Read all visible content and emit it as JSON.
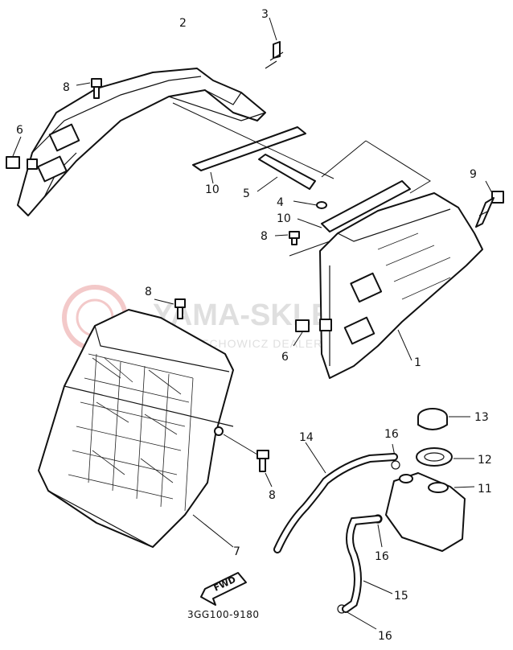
{
  "diagram": {
    "code": "3GG100-9180",
    "fwd_label": "FWD",
    "callouts": [
      {
        "id": "c2",
        "label": "2"
      },
      {
        "id": "c3",
        "label": "3"
      },
      {
        "id": "c8a",
        "label": "8"
      },
      {
        "id": "c6a",
        "label": "6"
      },
      {
        "id": "c9",
        "label": "9"
      },
      {
        "id": "c10a",
        "label": "10"
      },
      {
        "id": "c5",
        "label": "5"
      },
      {
        "id": "c4",
        "label": "4"
      },
      {
        "id": "c10b",
        "label": "10"
      },
      {
        "id": "c8b",
        "label": "8"
      },
      {
        "id": "c8c",
        "label": "8"
      },
      {
        "id": "c6b",
        "label": "6"
      },
      {
        "id": "c1",
        "label": "1"
      },
      {
        "id": "c13",
        "label": "13"
      },
      {
        "id": "c14",
        "label": "14"
      },
      {
        "id": "c16a",
        "label": "16"
      },
      {
        "id": "c12",
        "label": "12"
      },
      {
        "id": "c11",
        "label": "11"
      },
      {
        "id": "c8d",
        "label": "8"
      },
      {
        "id": "c7",
        "label": "7"
      },
      {
        "id": "c16b",
        "label": "16"
      },
      {
        "id": "c15",
        "label": "15"
      },
      {
        "id": "c16c",
        "label": "16"
      }
    ]
  },
  "watermark": {
    "title": "YAMA-SKLEP.PL",
    "subtitle": "WOJCIECHOWICZ DEALER YAMAHA"
  }
}
